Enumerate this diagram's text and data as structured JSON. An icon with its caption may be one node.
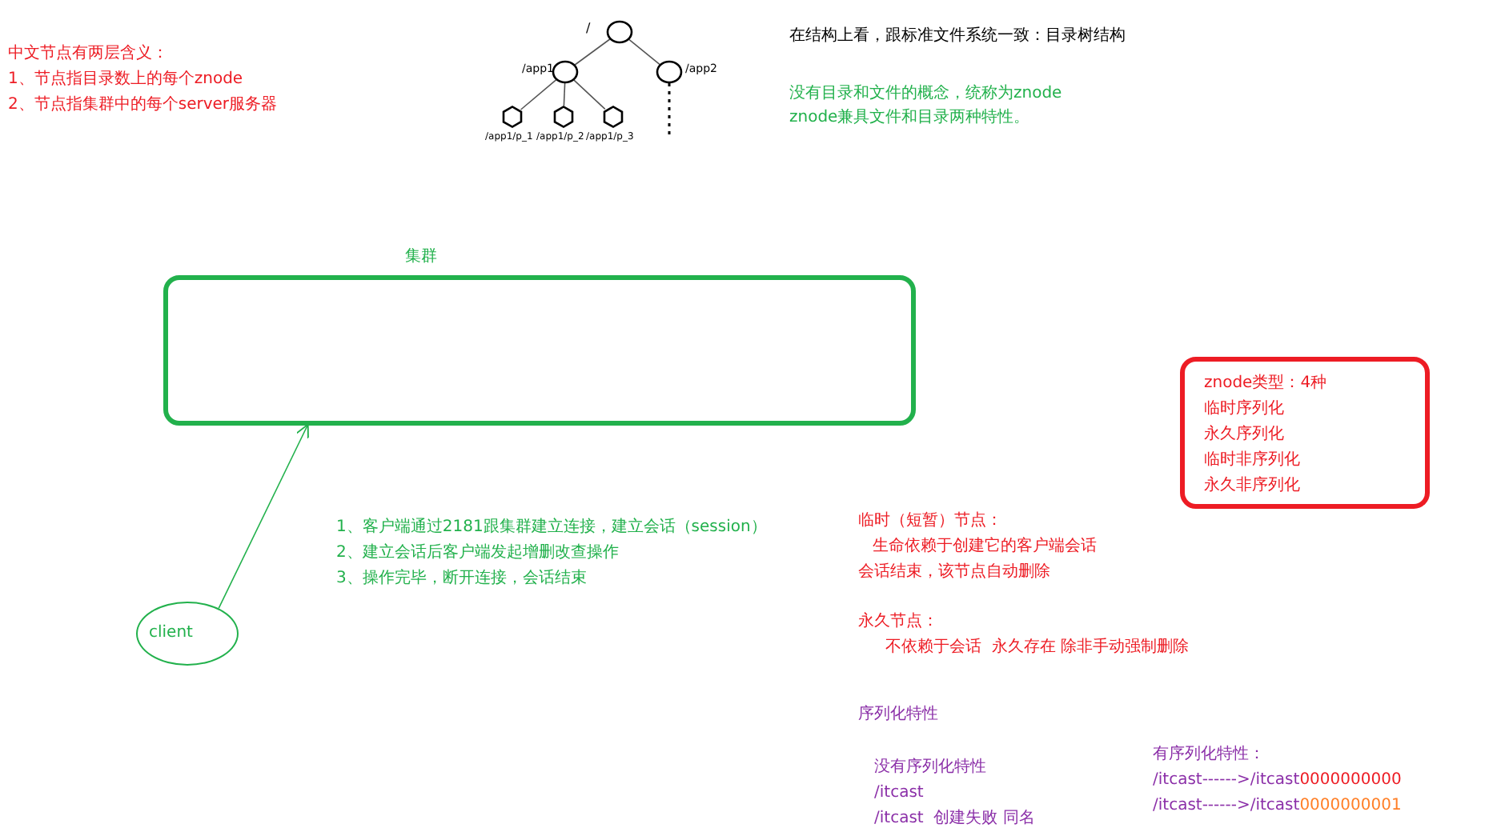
{
  "diagram": {
    "nodes": [
      {
        "text": [
          "/"
        ]
      },
      {
        "text": [
          "/app1"
        ]
      },
      {
        "text": [
          "/app2"
        ]
      },
      {
        "text": [
          "/app1/p_1"
        ]
      },
      {
        "text": [
          "/app1/p_2"
        ]
      },
      {
        "text": [
          "/app1/p_3"
        ]
      },
      {
        "text": [
          "集群"
        ]
      },
      {
        "text": [
          "client"
        ]
      },
      {
        "text": [
          "znode类型：4种",
          "临时序列化",
          "永久序列化",
          "临时非序列化",
          "永久非序列化"
        ]
      }
    ],
    "edges": [
      {
        "from": 0,
        "to": 1,
        "arrow": "none"
      },
      {
        "from": 0,
        "to": 2,
        "arrow": "none"
      },
      {
        "from": 1,
        "to": 3,
        "arrow": "none"
      },
      {
        "from": 1,
        "to": 4,
        "arrow": "none"
      },
      {
        "from": 1,
        "to": 5,
        "arrow": "none"
      },
      {
        "from": 2,
        "to": null,
        "arrow": "none",
        "style": "dashed"
      },
      {
        "from": 7,
        "to": 6,
        "arrow": "to",
        "color": "#22b14c"
      }
    ],
    "labels": [
      "中文节点有两层含义：",
      "1、节点指目录数上的每个znode",
      "2、节点指集群中的每个server服务器",
      "在结构上看，跟标准文件系统一致：目录树结构",
      "没有目录和文件的概念，统称为znode",
      "znode兼具文件和目录两种特性。",
      "1、客户端通过2181跟集群建立连接，建立会话（session）",
      "2、建立会话后客户端发起增删改查操作",
      "3、操作完毕，断开连接，会话结束",
      "临时（短暂）节点：",
      "生命依赖于创建它的客户端会话",
      "会话结束，该节点自动删除",
      "永久节点：",
      "不依赖于会话  永久存在 除非手动强制删除",
      "序列化特性",
      "没有序列化特性",
      "/itcast",
      "/itcast  创建失败 同名",
      "有序列化特性：",
      "/itcast------>/itcast0000000000",
      "/itcast------>/itcast0000000001"
    ]
  }
}
